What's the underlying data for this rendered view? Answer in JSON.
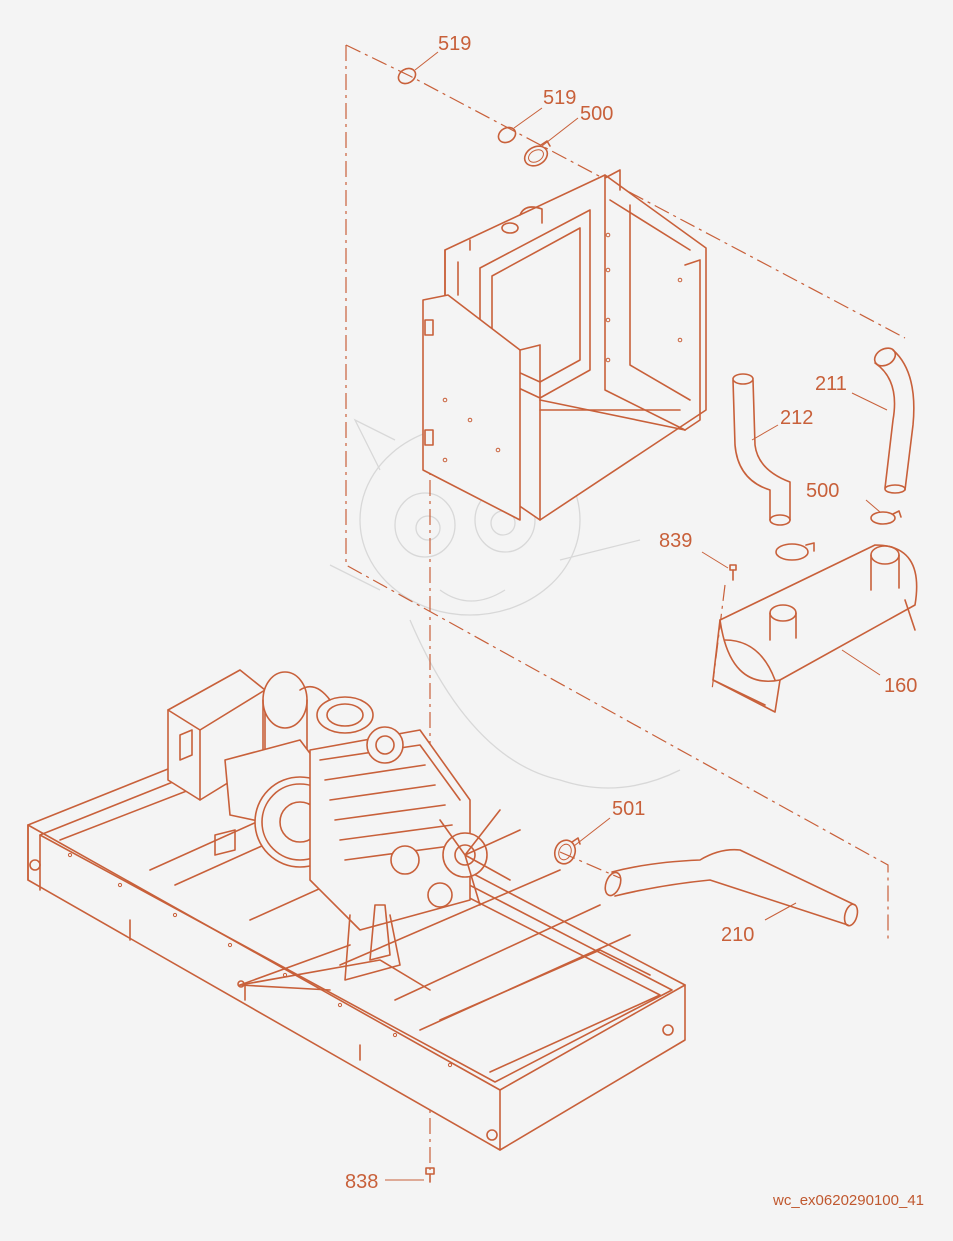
{
  "callouts": {
    "c519a": "519",
    "c519b": "519",
    "c500a": "500",
    "c211": "211",
    "c212": "212",
    "c500b": "500",
    "c839": "839",
    "c160": "160",
    "c501": "501",
    "c210": "210",
    "c838": "838"
  },
  "drawing_code": "wc_ex0620290100_41",
  "colors": {
    "line": "#c8603a",
    "background": "#f4f4f4"
  }
}
